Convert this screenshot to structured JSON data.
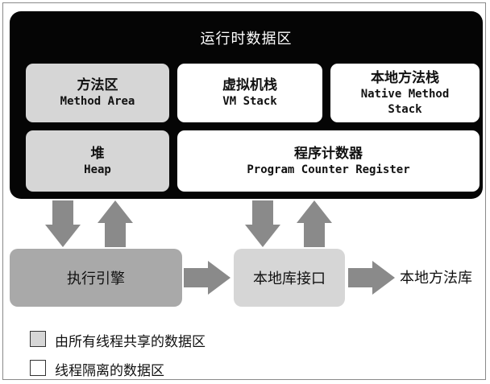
{
  "runtime_area": {
    "title": "运行时数据区",
    "method_area": {
      "zh": "方法区",
      "en": "Method Area"
    },
    "vm_stack": {
      "zh": "虚拟机栈",
      "en": "VM Stack"
    },
    "native_stack": {
      "zh": "本地方法栈",
      "en_line1": "Native Method",
      "en_line2": "Stack"
    },
    "heap": {
      "zh": "堆",
      "en": "Heap"
    },
    "pc_register": {
      "zh": "程序计数器",
      "en": "Program Counter Register"
    }
  },
  "bottom": {
    "engine": "执行引擎",
    "native_interface": "本地库接口",
    "native_library": "本地方法库"
  },
  "legend": {
    "shared": "由所有线程共享的数据区",
    "isolated": "线程隔离的数据区"
  },
  "colors": {
    "runtime_bg": "#050505",
    "shared_fill": "#d6d6d6",
    "isolated_fill": "#ffffff",
    "engine_fill": "#a9a9a9",
    "arrow_fill": "#8a8a8a"
  }
}
